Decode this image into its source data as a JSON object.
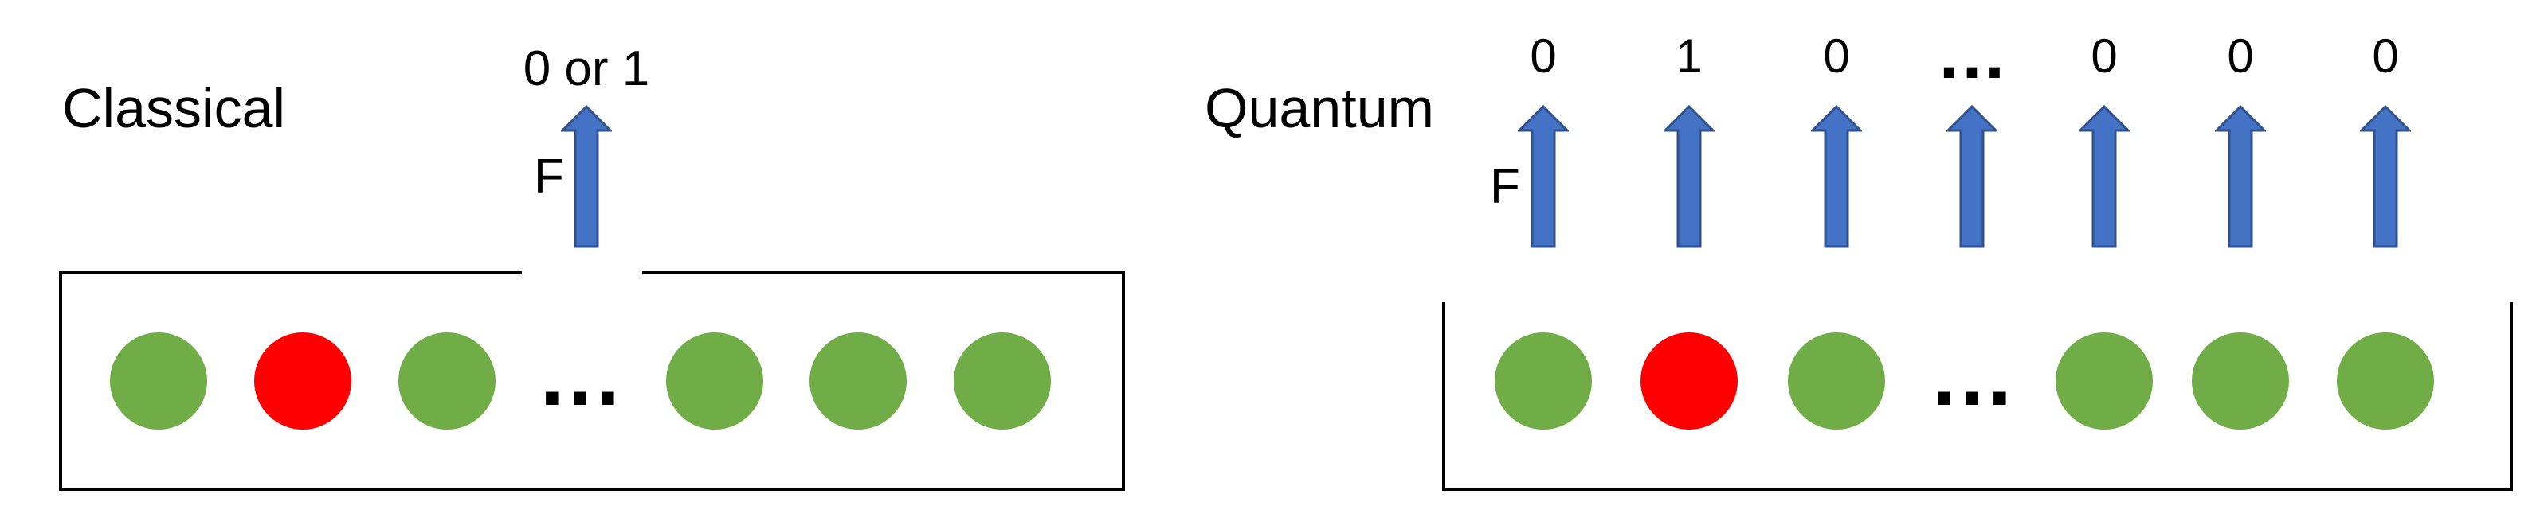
{
  "colors": {
    "green": "#70AD47",
    "red": "#FF0000",
    "arrow_fill": "#4472C4",
    "arrow_stroke": "#2F528F",
    "line": "#000000"
  },
  "classical": {
    "title": "Classical",
    "output_label": "0 or 1",
    "arrow_label": "F",
    "ellipsis": "…",
    "particles": [
      "green",
      "red",
      "green",
      "ellipsis",
      "green",
      "green",
      "green"
    ]
  },
  "quantum": {
    "title": "Quantum",
    "arrow_label": "F",
    "outputs": [
      "0",
      "1",
      "0",
      "…",
      "0",
      "0",
      "0"
    ],
    "ellipsis": "…",
    "particles": [
      "green",
      "red",
      "green",
      "ellipsis",
      "green",
      "green",
      "green"
    ]
  }
}
